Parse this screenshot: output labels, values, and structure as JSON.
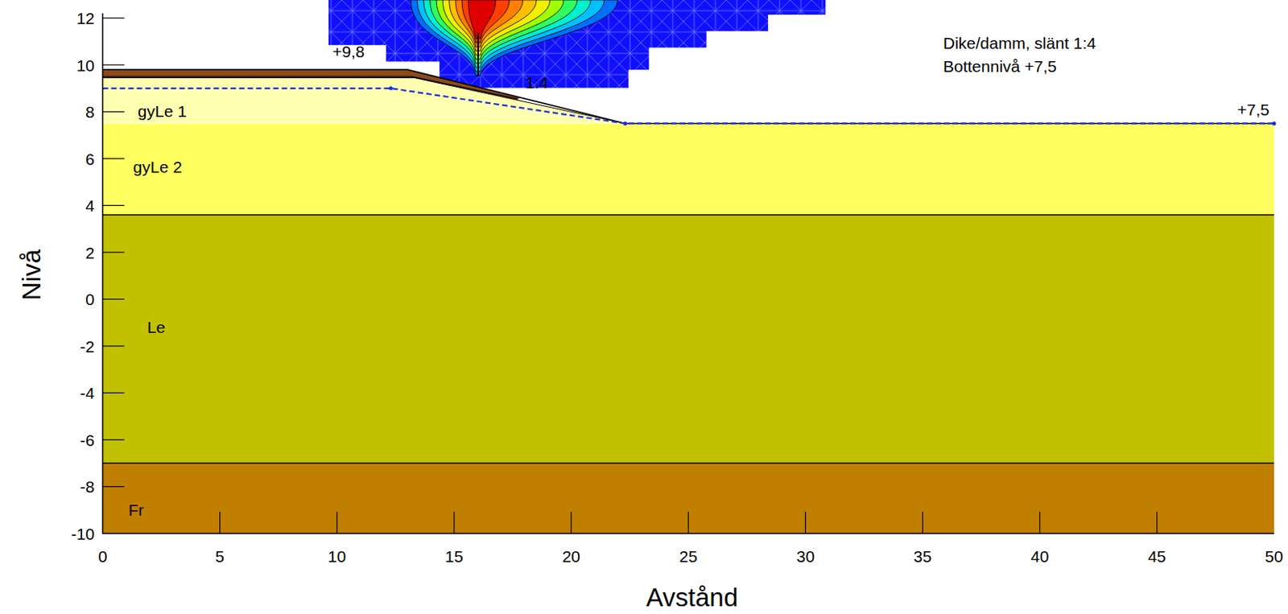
{
  "diagram": {
    "nodes": [
      {
        "text": [
          "gyLe 1"
        ]
      },
      {
        "text": [
          "gyLe 2"
        ]
      },
      {
        "text": [
          "Le"
        ]
      },
      {
        "text": [
          "Fr"
        ]
      }
    ],
    "labels": [
      "12",
      "10",
      "8",
      "6",
      "4",
      "2",
      "0",
      "-2",
      "-4",
      "-6",
      "-8",
      "-10",
      "0",
      "5",
      "10",
      "15",
      "20",
      "25",
      "30",
      "35",
      "40",
      "45",
      "50",
      "Nivå",
      "Avstånd",
      "+9,8",
      "1:4",
      "Dike/damm, slänt 1:4",
      "Bottennivå +7,5",
      "+7,5"
    ]
  }
}
